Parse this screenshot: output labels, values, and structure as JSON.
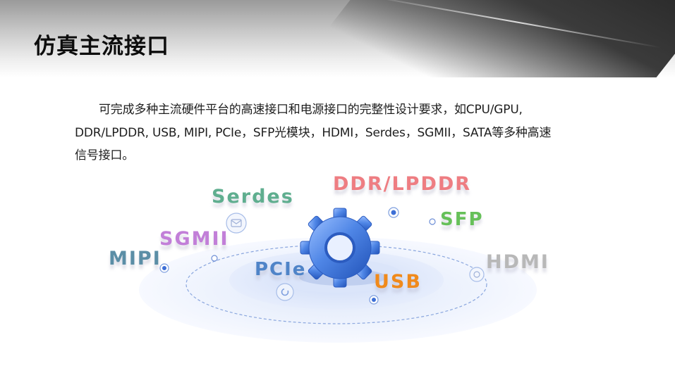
{
  "title": "仿真主流接口",
  "description": "可完成多种主流硬件平台的高速接口和电源接口的完整性设计要求，如CPU/GPU, DDR/LPDDR, USB, MIPI, PCIe，SFP光模块，HDMI，Serdes，SGMII，SATA等多种高速信号接口。",
  "interfaces": {
    "serdes": "Serdes",
    "ddr": "DDR/LPDDR",
    "sfp": "SFP",
    "sgmii": "SGMII",
    "mipi": "MIPI",
    "pcie": "PCIe",
    "hdmi": "HDMI",
    "usb": "USB"
  },
  "icons": [
    "gear-icon",
    "mail-icon",
    "refresh-icon",
    "dot-marker-icon"
  ],
  "colors": {
    "serdes": "#5fae8f",
    "ddr": "#ee7d82",
    "sfp": "#66c059",
    "sgmii": "#c27fd8",
    "mipi": "#5b8ea6",
    "pcie": "#4f84c8",
    "hdmi": "#b8b8b8",
    "usb": "#f08a1c",
    "gear": "#3a74d8",
    "ring": "#7f9fd8"
  }
}
